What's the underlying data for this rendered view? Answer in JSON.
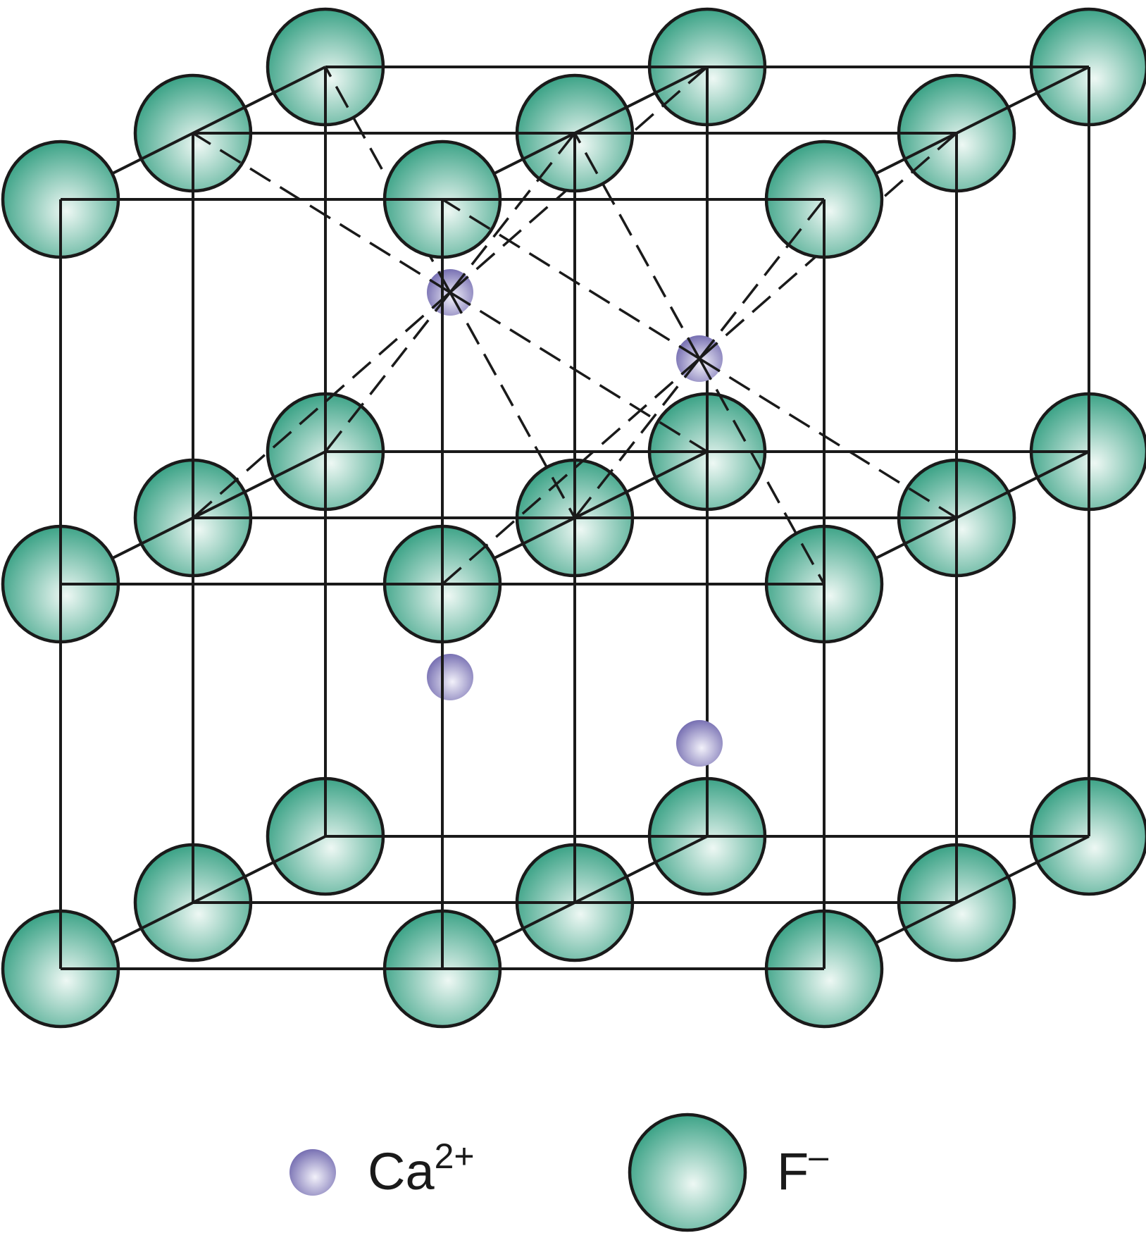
{
  "legend": {
    "ca": {
      "base": "Ca",
      "sup": "2+"
    },
    "f": {
      "base": "F",
      "sup": "–"
    }
  },
  "colors": {
    "fluoride": "#2e9c7e",
    "fluoride_light": "#eef8f4",
    "calcium": "#6e66ad",
    "calcium_light": "#f2f1fa",
    "stroke": "#1a1a1a"
  }
}
